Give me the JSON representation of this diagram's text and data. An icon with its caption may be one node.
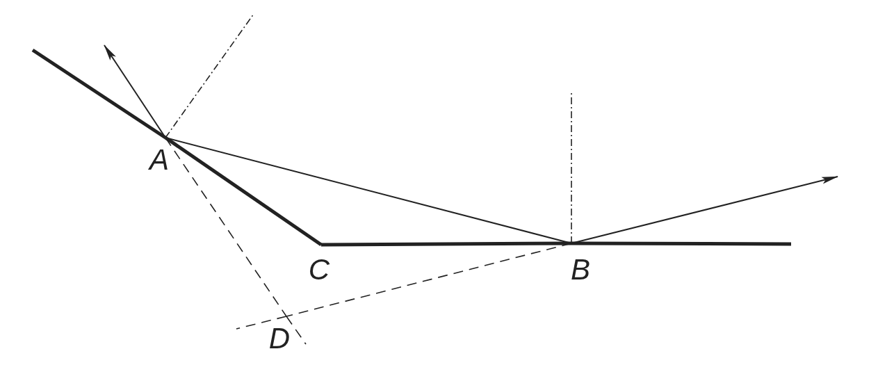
{
  "diagram": {
    "nodes": [
      {
        "text": [
          "A"
        ]
      },
      {
        "text": [
          "C"
        ]
      },
      {
        "text": [
          "B"
        ]
      },
      {
        "text": [
          "D"
        ]
      }
    ],
    "edges": [
      {
        "from": 0,
        "to": null,
        "arrow": "to"
      },
      {
        "from": 0,
        "to": 2,
        "arrow": "none"
      },
      {
        "from": 2,
        "to": null,
        "arrow": "to"
      },
      {
        "from": 0,
        "to": 1,
        "arrow": "none",
        "style": "thick"
      },
      {
        "from": 1,
        "to": 2,
        "arrow": "none",
        "style": "thick"
      },
      {
        "from": 0,
        "to": 3,
        "arrow": "none",
        "style": "dashed"
      },
      {
        "from": 2,
        "to": 3,
        "arrow": "none",
        "style": "dashed"
      }
    ]
  }
}
